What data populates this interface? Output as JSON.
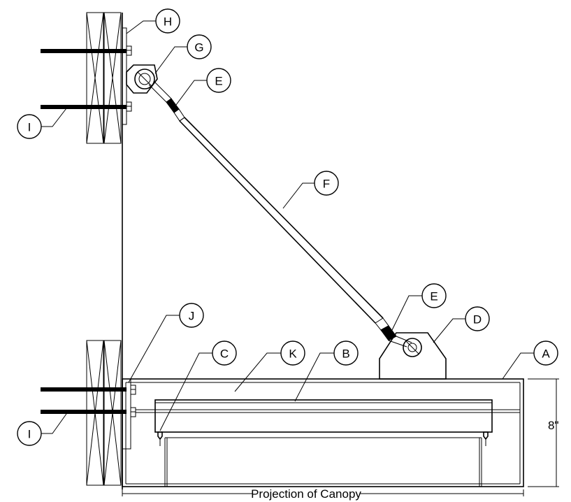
{
  "callouts": {
    "A": "A",
    "B": "B",
    "C": "C",
    "D": "D",
    "E_upper": "E",
    "E_lower": "E",
    "F": "F",
    "G": "G",
    "H": "H",
    "I_upper": "I",
    "I_lower": "I",
    "J": "J",
    "K": "K"
  },
  "dimensions": {
    "height": "8\"",
    "projection": "Projection of Canopy"
  }
}
